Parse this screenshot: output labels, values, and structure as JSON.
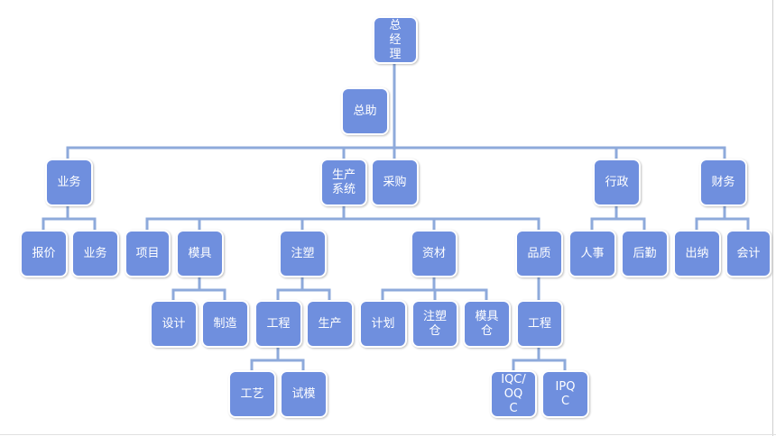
{
  "colors": {
    "node": "#6f8fde",
    "connector": "#8eaadb",
    "border": "#ffffff"
  },
  "nodes": {
    "ceo": "总\n经\n理",
    "assistant": "总助",
    "biz_dept": "业务",
    "production": "生产\n系统",
    "purchase": "采购",
    "admin": "行政",
    "finance": "财务",
    "quote": "报价",
    "biz_sub": "业务",
    "project": "项目",
    "mold": "模具",
    "injection": "注塑",
    "materials": "资材",
    "quality": "品质",
    "hr": "人事",
    "logistics": "后勤",
    "cashier": "出纳",
    "accounting": "会计",
    "design": "设计",
    "manufacture": "制造",
    "inj_engineering": "工程",
    "inj_production": "生产",
    "plan": "计划",
    "inj_warehouse": "注塑\n仓",
    "mold_warehouse": "模具\n仓",
    "qc_engineering": "工程",
    "process": "工艺",
    "trial_mold": "试模",
    "iqc_oqc": "IQC/\nOQ\nC",
    "ipqc": "IPQ\nC"
  }
}
